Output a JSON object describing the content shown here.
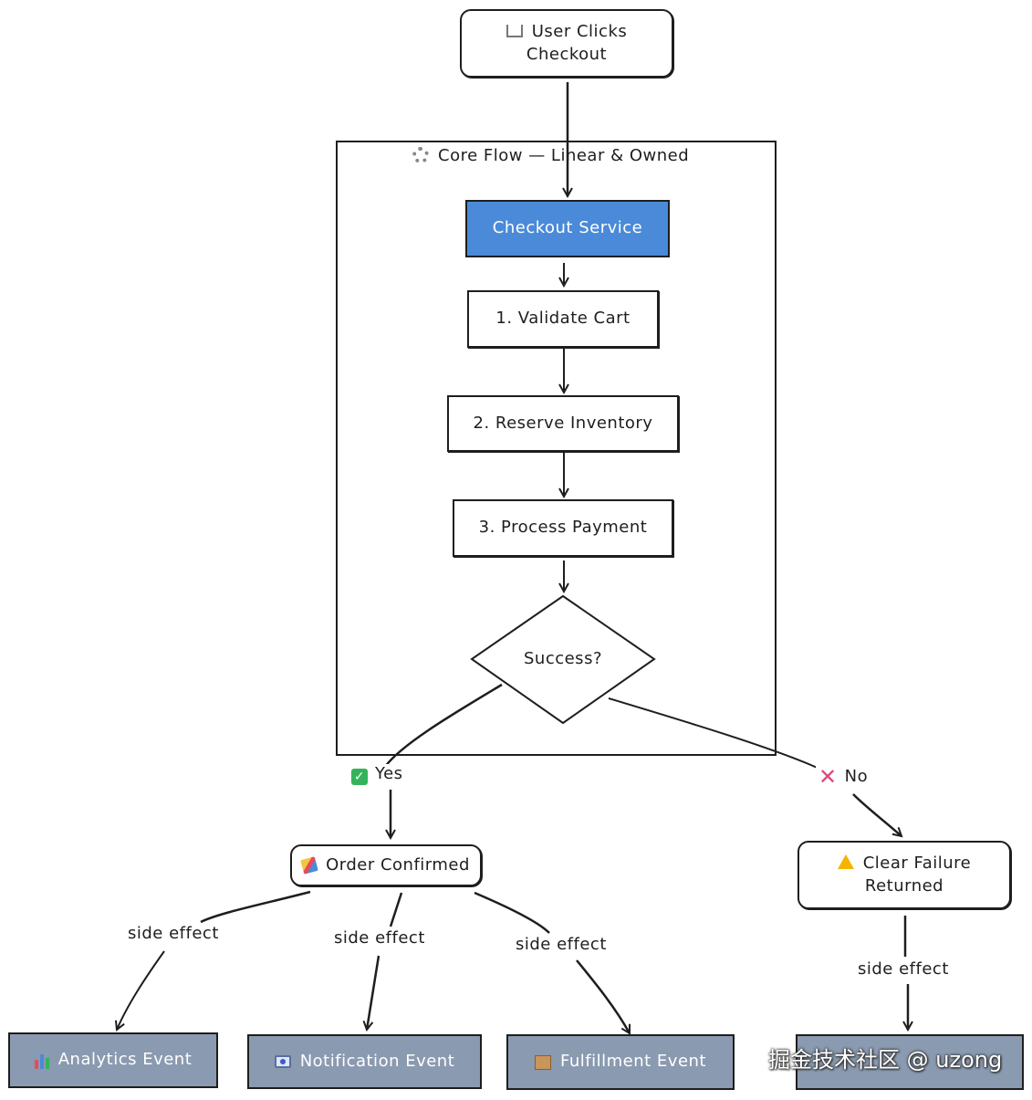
{
  "nodes": {
    "start": {
      "icon": "cart-icon",
      "line1": "User Clicks",
      "line2": "Checkout"
    },
    "group_title": {
      "icon": "gear-icon",
      "text": "Core Flow — Linear & Owned"
    },
    "checkout_service": "Checkout Service",
    "step1": "1. Validate Cart",
    "step2": "2. Reserve Inventory",
    "step3": "3. Process Payment",
    "decision": "Success?",
    "order_confirmed": {
      "icon": "party-popper-icon",
      "text": "Order Confirmed"
    },
    "failure": {
      "icon": "warning-icon",
      "line1": "Clear Failure",
      "line2": "Returned"
    },
    "analytics": {
      "icon": "bar-chart-icon",
      "text": "Analytics Event"
    },
    "notification": {
      "icon": "notification-icon",
      "text": "Notification Event"
    },
    "fulfillment": {
      "icon": "package-icon",
      "text": "Fulfillment Event"
    }
  },
  "edge_labels": {
    "yes": {
      "icon": "check-icon",
      "text": "Yes"
    },
    "no": {
      "icon": "cross-icon",
      "text": "No"
    },
    "side_effect_1": "side effect",
    "side_effect_2": "side effect",
    "side_effect_3": "side effect",
    "side_effect_4": "side effect"
  },
  "watermark": "掘金技术社区 @ uzong",
  "colors": {
    "primary_node": "#4a8ad8",
    "event_node": "#8a9ab0",
    "stroke": "#1e1e1e",
    "yes_check": "#35b35a",
    "no_cross": "#e0457a"
  }
}
